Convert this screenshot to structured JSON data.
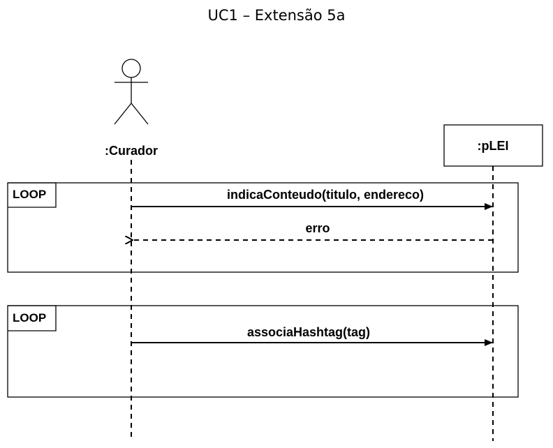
{
  "title": "UC1 – Extensão 5a",
  "participants": {
    "actor": {
      "label": ":Curador"
    },
    "system": {
      "label": ":pLEI"
    }
  },
  "frames": [
    {
      "label": "LOOP",
      "messages": [
        {
          "text": "indicaConteudo(titulo, endereco)",
          "kind": "sync",
          "direction": "to-system"
        },
        {
          "text": "erro",
          "kind": "return",
          "direction": "to-actor"
        }
      ]
    },
    {
      "label": "LOOP",
      "messages": [
        {
          "text": "associaHashtag(tag)",
          "kind": "sync",
          "direction": "to-system"
        }
      ]
    }
  ]
}
